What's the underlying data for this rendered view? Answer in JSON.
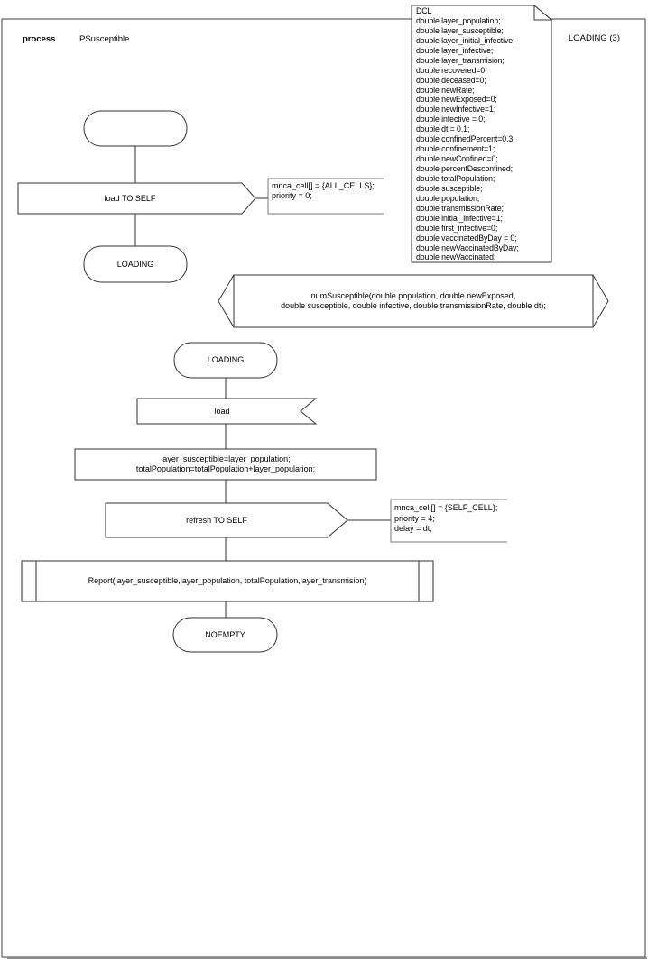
{
  "header": {
    "kind_label": "process",
    "process_name": "PSusceptible",
    "page_state_label": "LOADING (3)"
  },
  "dcl_note": {
    "lines": [
      "DCL",
      "double layer_population;",
      "double layer_susceptible;",
      "double layer_initial_infective;",
      "double layer_infective;",
      "double layer_transmision;",
      "double recovered=0;",
      "double deceased=0;",
      "double newRate;",
      "double newExposed=0;",
      "double newInfective=1;",
      "double infective = 0;",
      "double dt = 0.1;",
      "double confinedPercent=0.3;",
      "double confinement=1;",
      "double newConfined=0;",
      "double percentDesconfined;",
      "double totalPopulation;",
      "double susceptible;",
      "double population;",
      "double transmissionRate;",
      "double initial_infective=1;",
      "double first_infective=0;",
      "double vaccinatedByDay = 0;",
      "double newVaccinatedByDay;",
      "double newVaccinated;"
    ]
  },
  "procedure_declaration": {
    "lines": [
      "numSusceptible(double population, double newExposed,",
      "double susceptible, double infective, double transmissionRate, double dt);"
    ]
  },
  "flow1": {
    "start_state_label": "",
    "output_signal": "load TO SELF",
    "output_comment": [
      "mnca_cell[] = {ALL_CELLS};",
      "priority = 0;"
    ],
    "next_state": "LOADING"
  },
  "flow2": {
    "state": "LOADING",
    "input_signal": "load",
    "task_lines": [
      "layer_susceptible=layer_population;",
      "totalPopulation=totalPopulation+layer_population;"
    ],
    "output_signal": "refresh TO SELF",
    "output_comment": [
      "mnca_cell[] = {SELF_CELL};",
      "priority = 4;",
      "delay = dt;"
    ],
    "procedure_call": "Report(layer_susceptible,layer_population, totalPopulation,layer_transmision)",
    "end_state": "NOEMPTY"
  },
  "colors": {
    "shape_stroke": "#333333",
    "comment_stroke": "#7a7a7a",
    "page_shadow": "#8a8a8a",
    "text": "#000000",
    "background": "#ffffff"
  }
}
